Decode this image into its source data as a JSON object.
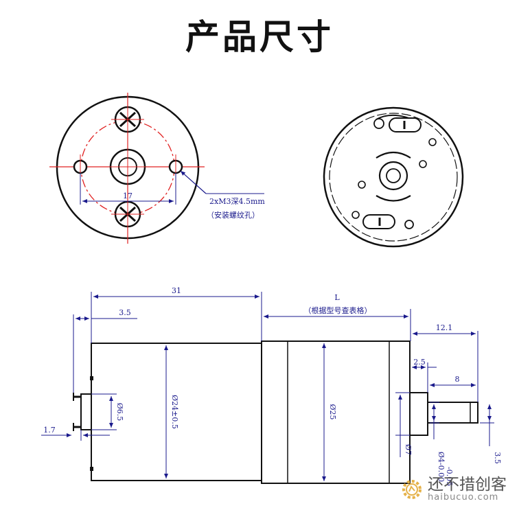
{
  "title": "产品尺寸",
  "front_view": {
    "hole_spacing": "17",
    "callout_line1": "2xM3深4.5mm",
    "callout_line2": "（安装螺纹孔）"
  },
  "side_view": {
    "dim_31": "31",
    "dim_L": "L",
    "dim_L_note": "（根据型号查表格）",
    "dim_3_5_top": "3.5",
    "dim_12_1": "12.1",
    "dim_2_5": "2.5",
    "dim_8": "8",
    "dim_1_7": "1.7",
    "dim_d6_5": "Ø6.5",
    "dim_d24": "Ø24±0.5",
    "dim_d25": "Ø25",
    "dim_d7": "Ø7",
    "dim_d4": "Ø4-0.00",
    "dim_d4_tol": "-0.05",
    "dim_3_5_right": "3.5"
  },
  "watermark": {
    "cn": "还不措创客",
    "en": "haibucuo.com"
  },
  "colors": {
    "dimension": "#1a1a8c",
    "centerline": "#e02020",
    "outline": "#111111"
  }
}
